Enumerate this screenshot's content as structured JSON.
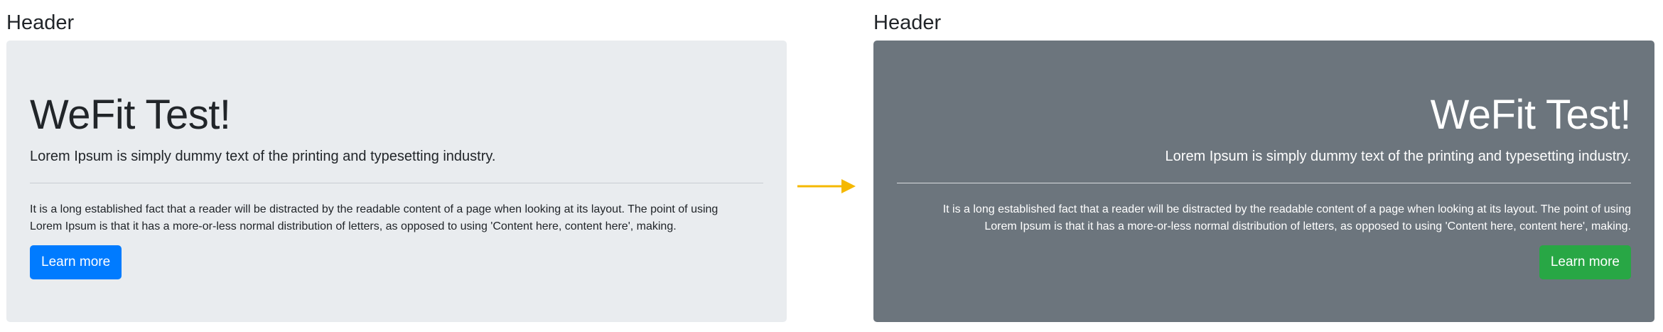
{
  "left": {
    "header": "Header",
    "title": "WeFit Test!",
    "lead": "Lorem Ipsum is simply dummy text of the printing and typesetting industry.",
    "body_line1": "It is a long established fact that a reader will be distracted by the readable content of a page when looking at its layout. The point of using",
    "body_line2": "Lorem Ipsum is that it has a more-or-less normal distribution of letters, as opposed to using 'Content here, content here', making.",
    "button_label": "Learn more",
    "background": "#e9ecef",
    "button_color": "#007bff"
  },
  "right": {
    "header": "Header",
    "title": "WeFit Test!",
    "lead": "Lorem Ipsum is simply dummy text of the printing and typesetting industry.",
    "body_line1": "It is a long established fact that a reader will be distracted by the readable content of a page when looking at its layout. The point of using",
    "body_line2": "Lorem Ipsum is that it has a more-or-less normal distribution of letters, as opposed to using 'Content here, content here', making.",
    "button_label": "Learn more",
    "background": "#6c757d",
    "button_color": "#28a745"
  },
  "arrow": {
    "icon": "arrow-right-icon",
    "color": "#f5b800"
  }
}
